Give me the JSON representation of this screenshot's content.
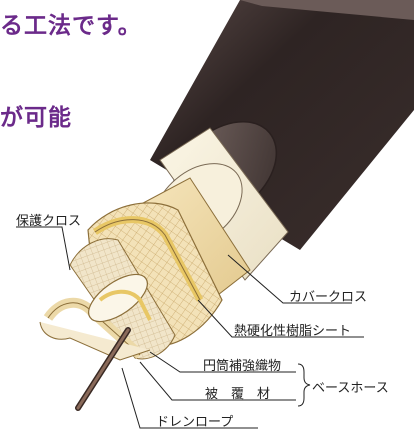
{
  "headline": {
    "line1": "る工法です。",
    "line2": "が可能"
  },
  "labels": {
    "protective_cloth": "保護クロス",
    "cover_cloth": "カバークロス",
    "resin_sheet": "熱硬化性樹脂シート",
    "cylinder_fabric": "円筒補強織物",
    "covering_material": "被　覆　材",
    "base_hose": "ベースホース",
    "drain_rope": "ドレンロープ"
  }
}
